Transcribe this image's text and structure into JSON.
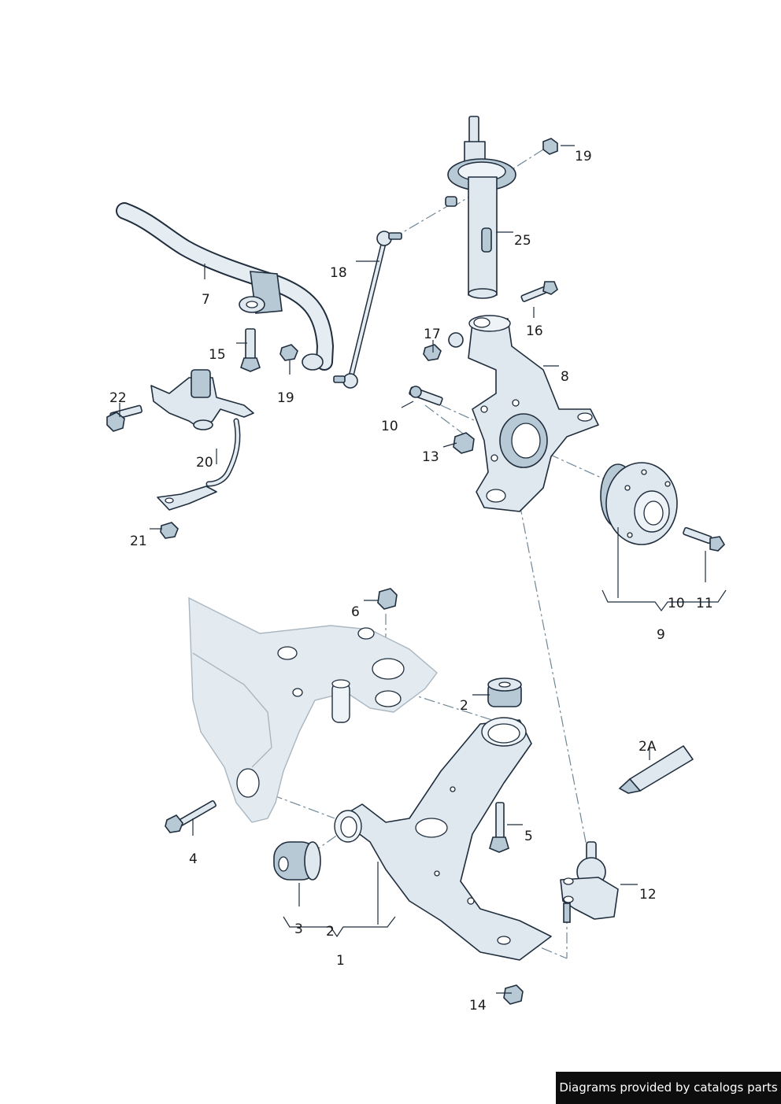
{
  "labels": {
    "l1": "1",
    "l2a": "2",
    "l2b": "2",
    "l2A": "2A",
    "l3": "3",
    "l4": "4",
    "l5": "5",
    "l6": "6",
    "l7": "7",
    "l8": "8",
    "l9": "9",
    "l10a": "10",
    "l10b": "10",
    "l11": "11",
    "l12": "12",
    "l13": "13",
    "l14": "14",
    "l15": "15",
    "l16": "16",
    "l17": "17",
    "l18": "18",
    "l19a": "19",
    "l19b": "19",
    "l20": "20",
    "l21": "21",
    "l22": "22",
    "l25": "25"
  },
  "footer": {
    "credit": "Diagrams provided by catalogs parts"
  },
  "colors": {
    "part_fill": "#dfe8ee",
    "outline": "#1f2d3d",
    "subframe": "#e3ebf0",
    "badge_bg": "#0d0d0d"
  }
}
